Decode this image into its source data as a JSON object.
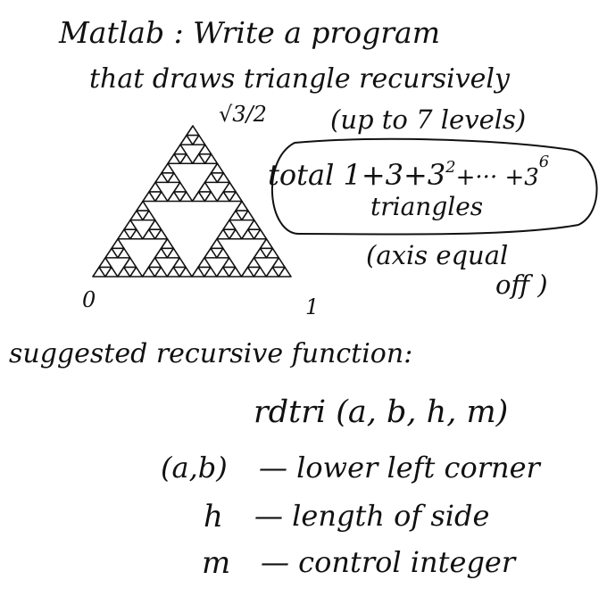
{
  "header": {
    "line1": "Matlab : Write a program",
    "line2": "that draws triangle recursively"
  },
  "diagram": {
    "apex_label": "√3/2",
    "origin_label": "0",
    "right_label": "1"
  },
  "notes": {
    "levels": "(up to 7 levels)",
    "total_prefix": "total 1+3+3",
    "exp2": "2",
    "total_mid": "+··· +3",
    "exp6": "6",
    "triangles": "triangles",
    "axis": "(axis equal",
    "off": "off )"
  },
  "function": {
    "title": "suggested recursive function:",
    "signature": "rdtri (a, b, h, m)",
    "params": [
      {
        "name": "(a,b)",
        "desc": "— lower left corner"
      },
      {
        "name": "h",
        "desc": "— length of side"
      },
      {
        "name": "m",
        "desc": "— control integer"
      }
    ]
  },
  "colors": {
    "ink": "#111111",
    "background": "#ffffff"
  }
}
